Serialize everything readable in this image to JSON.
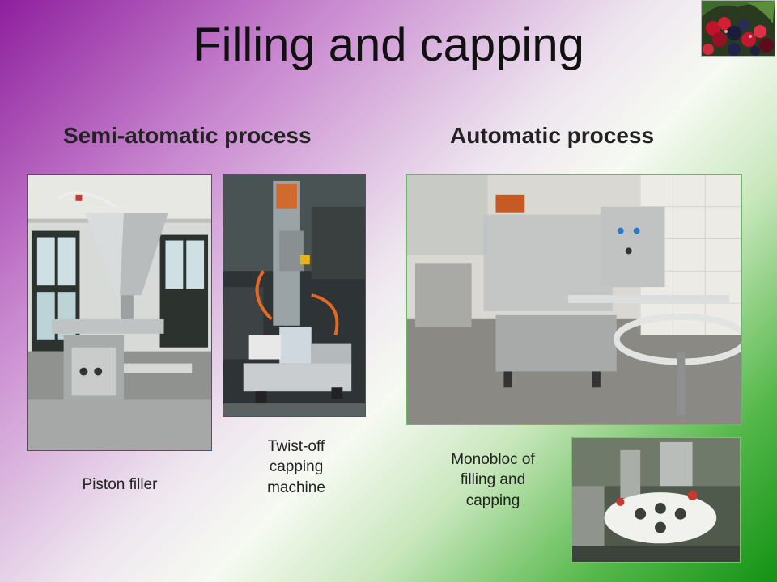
{
  "slide": {
    "title": "Filling and capping",
    "logo_icon": "berries-photo-icon"
  },
  "sections": {
    "semi_automatic": {
      "heading": "Semi-atomatic process",
      "photos": [
        {
          "icon": "piston-filler-photo",
          "caption_lines": [
            "Piston filler"
          ]
        },
        {
          "icon": "twist-off-capper-photo",
          "caption_lines": [
            "Twist-off",
            "capping",
            "machine"
          ]
        }
      ]
    },
    "automatic": {
      "heading": "Automatic process",
      "photos": [
        {
          "icon": "monobloc-line-photo",
          "caption_lines": [
            "Monobloc of",
            "filling and",
            "capping"
          ]
        },
        {
          "icon": "rotary-turret-photo"
        }
      ]
    }
  },
  "colors": {
    "gradient_start": "#8e1f9e",
    "gradient_end": "#139214",
    "semi_photo_border": "#a0209a",
    "auto_photo_border": "#6ab768"
  }
}
